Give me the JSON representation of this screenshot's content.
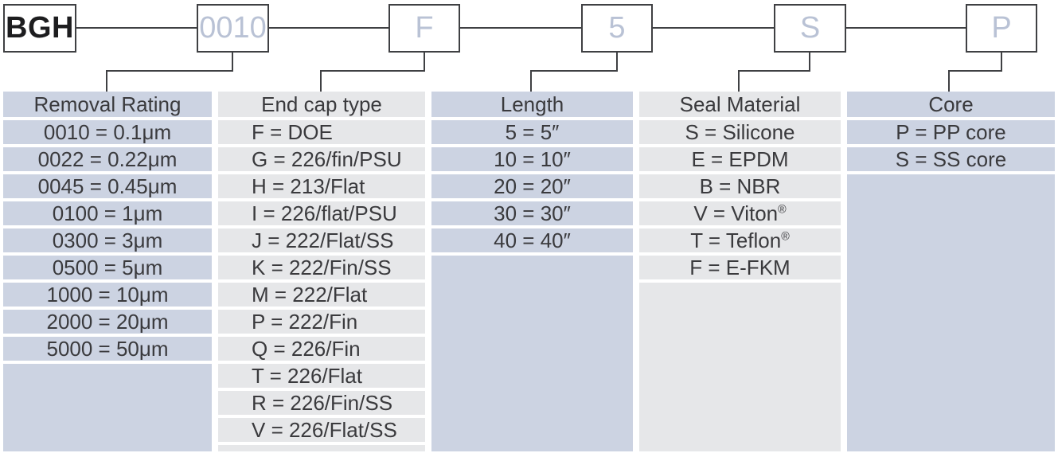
{
  "code_builder": {
    "boxes": [
      {
        "id": "product-family",
        "label": "BGH"
      },
      {
        "id": "removal-rating",
        "label": "0010"
      },
      {
        "id": "end-cap-type",
        "label": "F"
      },
      {
        "id": "length",
        "label": "5"
      },
      {
        "id": "seal-material",
        "label": "S"
      },
      {
        "id": "core",
        "label": "P"
      }
    ]
  },
  "table": {
    "columns": [
      {
        "header": "Removal Rating",
        "rows": [
          "0010 = 0.1μm",
          "0022 = 0.22μm",
          "0045 = 0.45μm",
          "0100 = 1μm",
          "0300 = 3μm",
          "0500 = 5μm",
          "1000 = 10μm",
          "2000 = 20μm",
          "5000 = 50μm"
        ]
      },
      {
        "header": "End cap type",
        "rows": [
          "F = DOE",
          "G = 226/fin/PSU",
          "H = 213/Flat",
          "I = 226/flat/PSU",
          "J = 222/Flat/SS",
          "K = 222/Fin/SS",
          "M = 222/Flat",
          "P = 222/Fin",
          "Q = 226/Fin",
          "T = 226/Flat",
          "R = 226/Fin/SS",
          "V = 226/Flat/SS"
        ]
      },
      {
        "header": "Length",
        "rows": [
          "5 = 5″",
          "10 = 10″",
          "20 = 20″",
          "30 = 30″",
          "40 = 40″"
        ]
      },
      {
        "header": "Seal Material",
        "rows": [
          "S = Silicone",
          "E = EPDM",
          "B = NBR",
          "V = Viton®",
          "T = Teflon®",
          "F = E-FKM"
        ]
      },
      {
        "header": "Core",
        "rows": [
          "P = PP core",
          "S = SS core"
        ]
      }
    ]
  },
  "colors": {
    "cell_blue": "#ccd3e2",
    "cell_gray": "#e6e7e9",
    "line": "#3f4043",
    "code_text": "#b9c2d5",
    "product_text": "#1d1d1f",
    "cell_text": "#3a3a3d"
  }
}
